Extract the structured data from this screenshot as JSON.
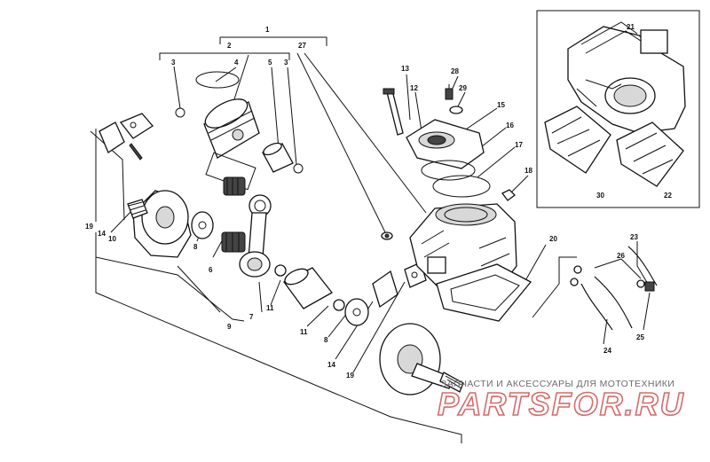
{
  "callouts": [
    "1",
    "2",
    "3",
    "4",
    "5",
    "3",
    "27",
    "13",
    "12",
    "28",
    "29",
    "15",
    "16",
    "17",
    "18",
    "21",
    "30",
    "22",
    "19",
    "14",
    "10",
    "8",
    "6",
    "7",
    "11",
    "9",
    "11",
    "8",
    "14",
    "19",
    "20",
    "23",
    "26",
    "25",
    "24"
  ],
  "watermark": {
    "tagline": "ЗАПЧАСТИ И АКСЕССУАРЫ ДЛЯ МОТОТЕХНИКИ",
    "logo": "PARTSFOR.RU"
  },
  "colors": {
    "ink": "#111111",
    "watermark_text": "#6d6d6d",
    "watermark_logo": "#d76b6b"
  }
}
